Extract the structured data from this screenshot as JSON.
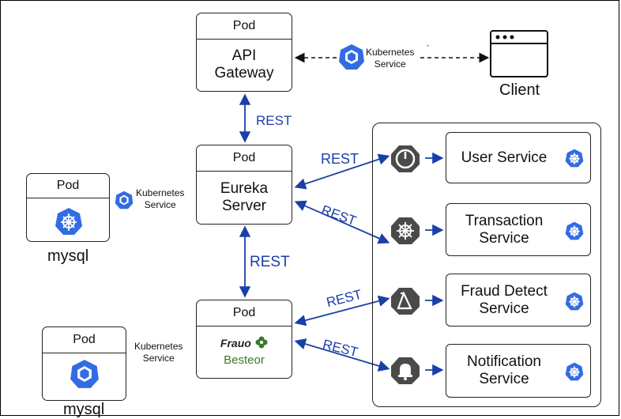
{
  "api_gateway": {
    "header": "Pod",
    "title_line1": "API",
    "title_line2": "Gateway"
  },
  "eureka": {
    "header": "Pod",
    "title_line1": "Eureka",
    "title_line2": "Server"
  },
  "fraud_pod": {
    "header": "Pod",
    "logo_line1": "Frauo",
    "logo_line2": "Besteor"
  },
  "mysql_pod_1": {
    "header": "Pod",
    "label": "mysql"
  },
  "mysql_pod_2": {
    "header": "Pod",
    "label": "mysql"
  },
  "client": {
    "label": "Client"
  },
  "k8s_service_top": {
    "line1": "Kubernetes",
    "line2": "Service"
  },
  "k8s_service_left": {
    "line1": "Kubernetes",
    "line2": "Service"
  },
  "k8s_service_bottom": {
    "line1": "Kubernetes",
    "line2": "Service"
  },
  "rest_labels": {
    "gateway_eureka": "REST",
    "eureka_user": "REST",
    "eureka_transaction": "REST",
    "eureka_fraudpod": "REST",
    "fraud_fraudsvc": "REST",
    "fraud_notification": "REST"
  },
  "services": [
    {
      "line1": "User Service",
      "line2": "",
      "icon": "power-icon"
    },
    {
      "line1": "Transaction",
      "line2": "Service",
      "icon": "helm-wheel-icon"
    },
    {
      "line1": "Fraud Detect",
      "line2": "Service",
      "icon": "alert-icon"
    },
    {
      "line1": "Notification",
      "line2": "Service",
      "icon": "bell-icon"
    }
  ],
  "colors": {
    "arrow_blue": "#1a3fa8",
    "k8s_blue": "#326ce5",
    "gear_grey": "#555555",
    "logo_green": "#3a7a2a"
  }
}
